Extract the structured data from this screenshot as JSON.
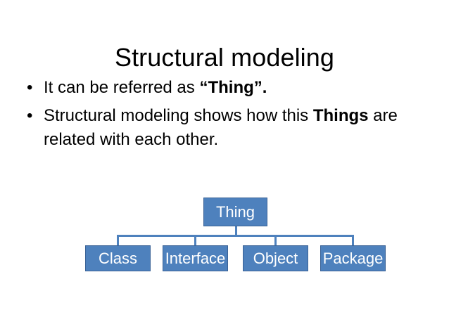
{
  "slide": {
    "title": "Structural modeling",
    "background_color": "#FFFFFF",
    "bullets": [
      {
        "marker": "•",
        "segments": [
          {
            "text": "It can be referred as ",
            "bold": false
          },
          {
            "text": "“Thing”.",
            "bold": true
          }
        ]
      },
      {
        "marker": "•",
        "segments": [
          {
            "text": "Structural modeling shows how this ",
            "bold": false
          },
          {
            "text": "Things",
            "bold": true
          },
          {
            "text": " are related with each other.",
            "bold": false
          }
        ]
      }
    ],
    "diagram": {
      "type": "org-chart",
      "fill_color": "#4E81BD",
      "border_color": "#3A6296",
      "text_color": "#FFFFFF",
      "root": {
        "label": "Thing"
      },
      "children": [
        {
          "label": "Class"
        },
        {
          "label": "Interface"
        },
        {
          "label": "Object"
        },
        {
          "label": "Package"
        }
      ]
    }
  }
}
